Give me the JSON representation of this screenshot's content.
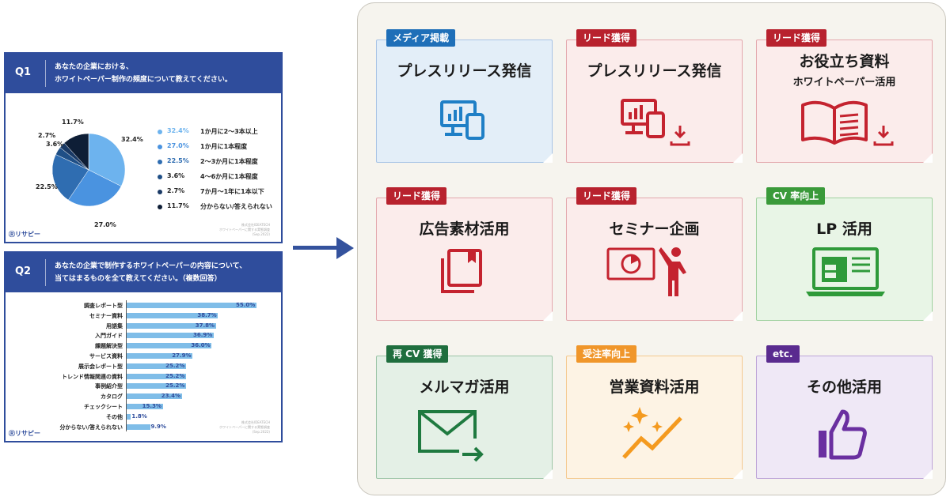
{
  "q1": {
    "label": "Q1",
    "question_line1": "あなたの企業における、",
    "question_line2": "ホワイトペーパー制作の頻度について教えてください。",
    "brand": "リサピー",
    "note_line1": "株式会社IDEATECH",
    "note_line2": "ホワイトペーパーに関する実態調査",
    "note_line3": "(Sep.2022)"
  },
  "q2": {
    "label": "Q2",
    "question_line1": "あなたの企業で制作するホワイトペーパーの内容について、",
    "question_line2": "当てはまるものを全て教えてください。（複数回答）",
    "brand": "リサピー",
    "note_line1": "株式会社IDEATECH",
    "note_line2": "ホワイトペーパーに関する実態調査",
    "note_line3": "(Sep.2022)"
  },
  "chart_data": [
    {
      "type": "pie",
      "categories": [
        "1か月に2〜3本以上",
        "1か月に1本程度",
        "2〜3か月に1本程度",
        "4〜6か月に1本程度",
        "7か月〜1年に1本以下",
        "分からない/答えられない"
      ],
      "values": [
        32.4,
        27.0,
        22.5,
        3.6,
        2.7,
        11.7
      ],
      "value_labels": [
        "32.4%",
        "27.0%",
        "22.5%",
        "3.6%",
        "2.7%",
        "11.7%"
      ],
      "colors": [
        "#6db3ee",
        "#4a93e0",
        "#2f6db1",
        "#1f4f86",
        "#1a3a66",
        "#0e1e36"
      ],
      "legend_position": "right"
    },
    {
      "type": "bar",
      "orientation": "horizontal",
      "categories": [
        "調査レポート型",
        "セミナー資料",
        "用語集",
        "入門ガイド",
        "課題解決型",
        "サービス資料",
        "展示会レポート型",
        "トレンド情報関連の資料",
        "事例紹介型",
        "カタログ",
        "チェックシート",
        "その他",
        "分からない/答えられない"
      ],
      "values": [
        55.0,
        38.7,
        37.8,
        36.9,
        36.0,
        27.9,
        25.2,
        25.2,
        25.2,
        23.4,
        15.3,
        1.8,
        9.9
      ],
      "value_labels": [
        "55.0%",
        "38.7%",
        "37.8%",
        "36.9%",
        "36.0%",
        "27.9%",
        "25.2%",
        "25.2%",
        "25.2%",
        "23.4%",
        "15.3%",
        "1.8%",
        "9.9%"
      ],
      "xlim": [
        0,
        100
      ],
      "bar_color": "#7fbde8"
    }
  ],
  "cards": [
    {
      "tag": "メディア掲載",
      "title": "プレスリリース発信",
      "subtitle": "",
      "icon": "monitor-devices-icon",
      "accent": "#1f6fb8",
      "border": "#a8c4e6",
      "bg": "#e3eef8",
      "iconColor": "#1f7fc6"
    },
    {
      "tag": "リード獲得",
      "title": "プレスリリース発信",
      "subtitle": "",
      "icon": "monitor-download-icon",
      "accent": "#b8222e",
      "border": "#e3a8ad",
      "bg": "#fbeceb",
      "iconColor": "#c4232f"
    },
    {
      "tag": "リード獲得",
      "title": "お役立ち資料",
      "subtitle": "ホワイトペーパー活用",
      "icon": "book-download-icon",
      "accent": "#b8222e",
      "border": "#e3a8ad",
      "bg": "#fbeceb",
      "iconColor": "#c4232f"
    },
    {
      "tag": "リード獲得",
      "title": "広告素材活用",
      "subtitle": "",
      "icon": "copy-bookmark-icon",
      "accent": "#b8222e",
      "border": "#e3a8ad",
      "bg": "#fbeceb",
      "iconColor": "#c4232f"
    },
    {
      "tag": "リード獲得",
      "title": "セミナー企画",
      "subtitle": "",
      "icon": "presenter-icon",
      "accent": "#b8222e",
      "border": "#e3a8ad",
      "bg": "#fbeceb",
      "iconColor": "#c4232f"
    },
    {
      "tag": "CV 率向上",
      "title": "LP 活用",
      "subtitle": "",
      "icon": "laptop-page-icon",
      "accent": "#3a9a3a",
      "border": "#9fd19f",
      "bg": "#e8f5e6",
      "iconColor": "#2f9a3a"
    },
    {
      "tag": "再 CV 獲得",
      "title": "メルマガ活用",
      "subtitle": "",
      "icon": "mail-send-icon",
      "accent": "#1f6e3e",
      "border": "#9cc5a7",
      "bg": "#e4f0e6",
      "iconColor": "#1f7a40"
    },
    {
      "tag": "受注率向上",
      "title": "営業資料活用",
      "subtitle": "",
      "icon": "sparkle-trend-icon",
      "accent": "#f0962a",
      "border": "#f4c98f",
      "bg": "#fdf3e4",
      "iconColor": "#f49a1f"
    },
    {
      "tag": "etc.",
      "title": "その他活用",
      "subtitle": "",
      "icon": "thumbs-up-icon",
      "accent": "#5a2b8f",
      "border": "#bda4d8",
      "bg": "#efe8f6",
      "iconColor": "#6a2fa0"
    }
  ]
}
